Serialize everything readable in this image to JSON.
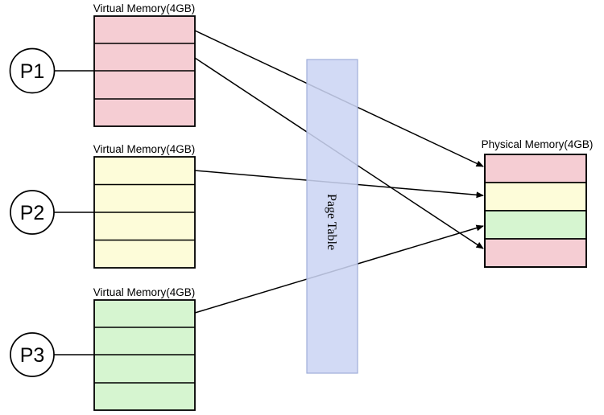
{
  "processes": [
    {
      "label": "P1",
      "memory_title": "Virtual Memory(4GB)",
      "fill": "#f5cdd3",
      "pages": 4
    },
    {
      "label": "P2",
      "memory_title": "Virtual Memory(4GB)",
      "fill": "#fdfcd9",
      "pages": 4
    },
    {
      "label": "P3",
      "memory_title": "Virtual Memory(4GB)",
      "fill": "#d6f5d0",
      "pages": 4
    }
  ],
  "page_table": {
    "label": "Page Table",
    "fill": "#cbd5f3",
    "border": "#9fadd9"
  },
  "physical_memory": {
    "title": "Physical Memory(4GB)",
    "frames": [
      {
        "fill": "#f5cdd3"
      },
      {
        "fill": "#fdfcd9"
      },
      {
        "fill": "#d6f5d0"
      },
      {
        "fill": "#f5cdd3"
      }
    ]
  },
  "mappings": [
    {
      "from": "P1 virtual page 1",
      "to": "physical frame 1"
    },
    {
      "from": "P1 virtual page 2",
      "to": "physical frame 4"
    },
    {
      "from": "P2 virtual page 1",
      "to": "physical frame 2"
    },
    {
      "from": "P3 virtual page 1",
      "to": "physical frame 3"
    }
  ],
  "colors": {
    "line": "#000000",
    "background": "#ffffff"
  }
}
